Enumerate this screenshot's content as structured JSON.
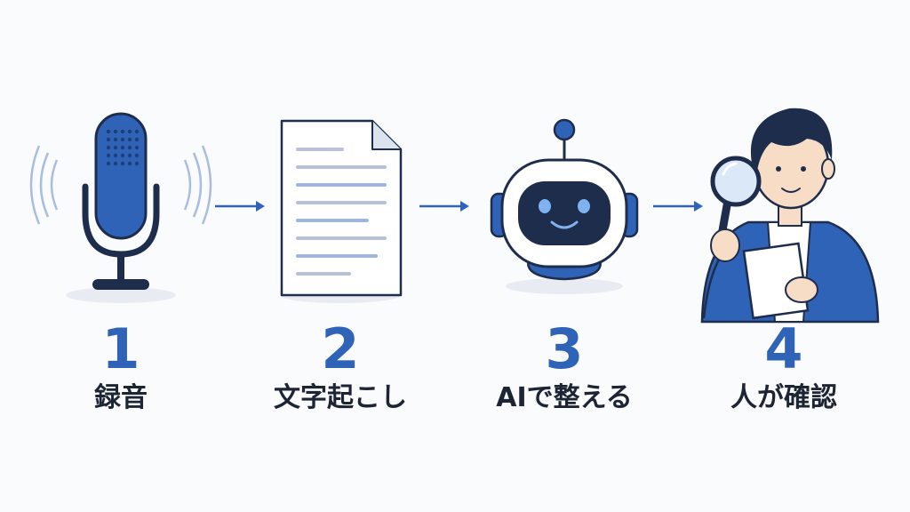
{
  "steps": [
    {
      "number": "1",
      "label": "録音",
      "icon": "microphone-icon"
    },
    {
      "number": "2",
      "label": "文字起こし",
      "icon": "document-icon"
    },
    {
      "number": "3",
      "label": "AIで整える",
      "icon": "robot-icon"
    },
    {
      "number": "4",
      "label": "人が確認",
      "icon": "person-magnifier-icon"
    }
  ],
  "colors": {
    "accent": "#2f63b7",
    "text": "#1d2433",
    "background": "#fafbfc"
  }
}
